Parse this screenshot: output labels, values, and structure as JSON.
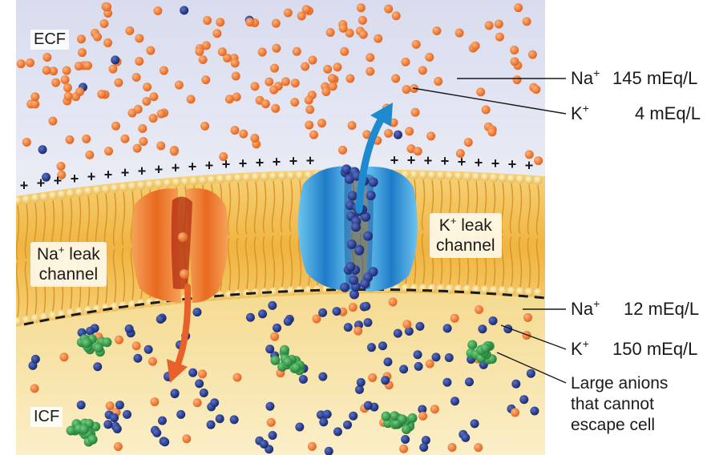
{
  "regions": {
    "ecf": "ECF",
    "icf": "ICF"
  },
  "channels": {
    "na_leak": {
      "ion": "Na",
      "charge": "+",
      "line1_suffix": " leak",
      "line2": "channel"
    },
    "k_leak": {
      "ion": "K",
      "charge": "+",
      "line1_suffix": " leak",
      "line2": "channel"
    }
  },
  "ecf_concentrations": [
    {
      "ion": "Na",
      "charge": "+",
      "value": "145 mEq/L"
    },
    {
      "ion": "K",
      "charge": "+",
      "value": "4 mEq/L"
    }
  ],
  "icf_concentrations": [
    {
      "ion": "Na",
      "charge": "+",
      "value": "12 mEq/L"
    },
    {
      "ion": "K",
      "charge": "+",
      "value": "150 mEq/L"
    }
  ],
  "anions_label": [
    "Large anions",
    "that cannot",
    "escape cell"
  ],
  "membrane_charges": {
    "outside": "+",
    "inside": "−"
  },
  "colors": {
    "ecf_background": "#e4e6f2",
    "icf_background": "#f7e4a8",
    "membrane": "#f2c25a",
    "na_ion": "#f07a2e",
    "k_ion": "#1f3590",
    "anion": "#2e9a46",
    "na_channel": "#f08a3a",
    "k_channel": "#3aa6e2"
  }
}
